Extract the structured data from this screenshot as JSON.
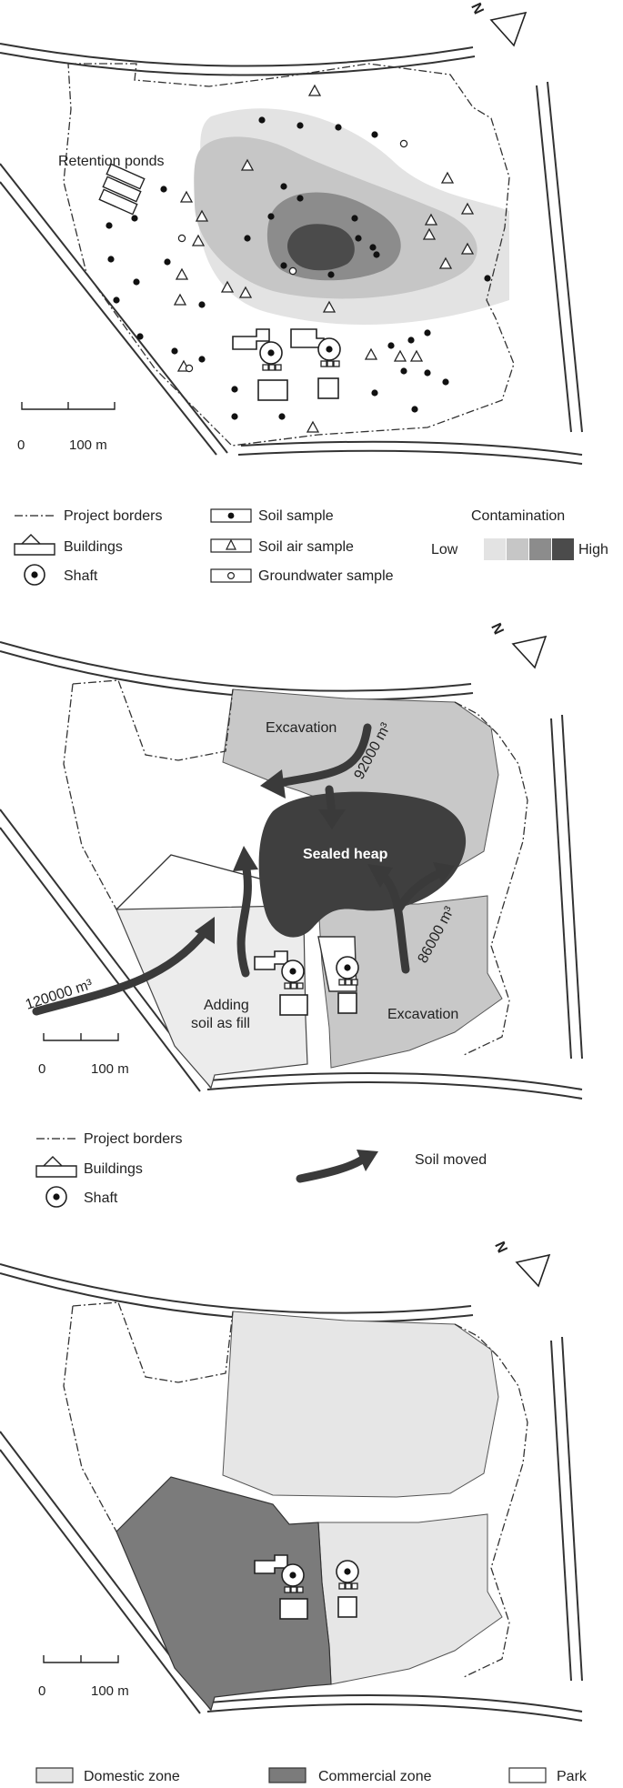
{
  "colors": {
    "contamination": [
      "#e3e3e3",
      "#c6c6c6",
      "#8c8c8c",
      "#4b4b4b"
    ],
    "excavation": "#c8c8c8",
    "fill_area": "#ececec",
    "heap": "#3f3f3f",
    "domestic": "#e6e6e6",
    "commercial": "#7b7b7b",
    "park": "#ffffff"
  },
  "icons": [
    "north-arrow-icon",
    "shaft-icon",
    "building-icon",
    "soil-sample-icon",
    "soil-air-sample-icon",
    "groundwater-sample-icon",
    "soil-moved-arrow-icon"
  ],
  "map1": {
    "north": "N",
    "retention_label": "Retention ponds",
    "scale": {
      "zero": "0",
      "distance": "100 m"
    },
    "legend": {
      "project_borders": "Project borders",
      "buildings": "Buildings",
      "shaft": "Shaft",
      "soil_sample": "Soil sample",
      "soil_air_sample": "Soil air sample",
      "groundwater_sample": "Groundwater sample",
      "contamination_title": "Contamination",
      "low": "Low",
      "high": "High"
    }
  },
  "map2": {
    "north": "N",
    "excavation_north": "Excavation",
    "volume_north": "92000 m³",
    "sealed_heap": "Sealed heap",
    "volume_east": "86000 m³",
    "volume_west": "120000 m³",
    "adding_fill_line1": "Adding",
    "adding_fill_line2": "soil as fill",
    "excavation_south": "Excavation",
    "scale": {
      "zero": "0",
      "distance": "100 m"
    },
    "legend": {
      "project_borders": "Project borders",
      "buildings": "Buildings",
      "shaft": "Shaft",
      "soil_moved": "Soil moved"
    }
  },
  "map3": {
    "north": "N",
    "scale": {
      "zero": "0",
      "distance": "100 m"
    },
    "legend": {
      "domestic": "Domestic zone",
      "commercial": "Commercial zone",
      "park": "Park"
    }
  }
}
